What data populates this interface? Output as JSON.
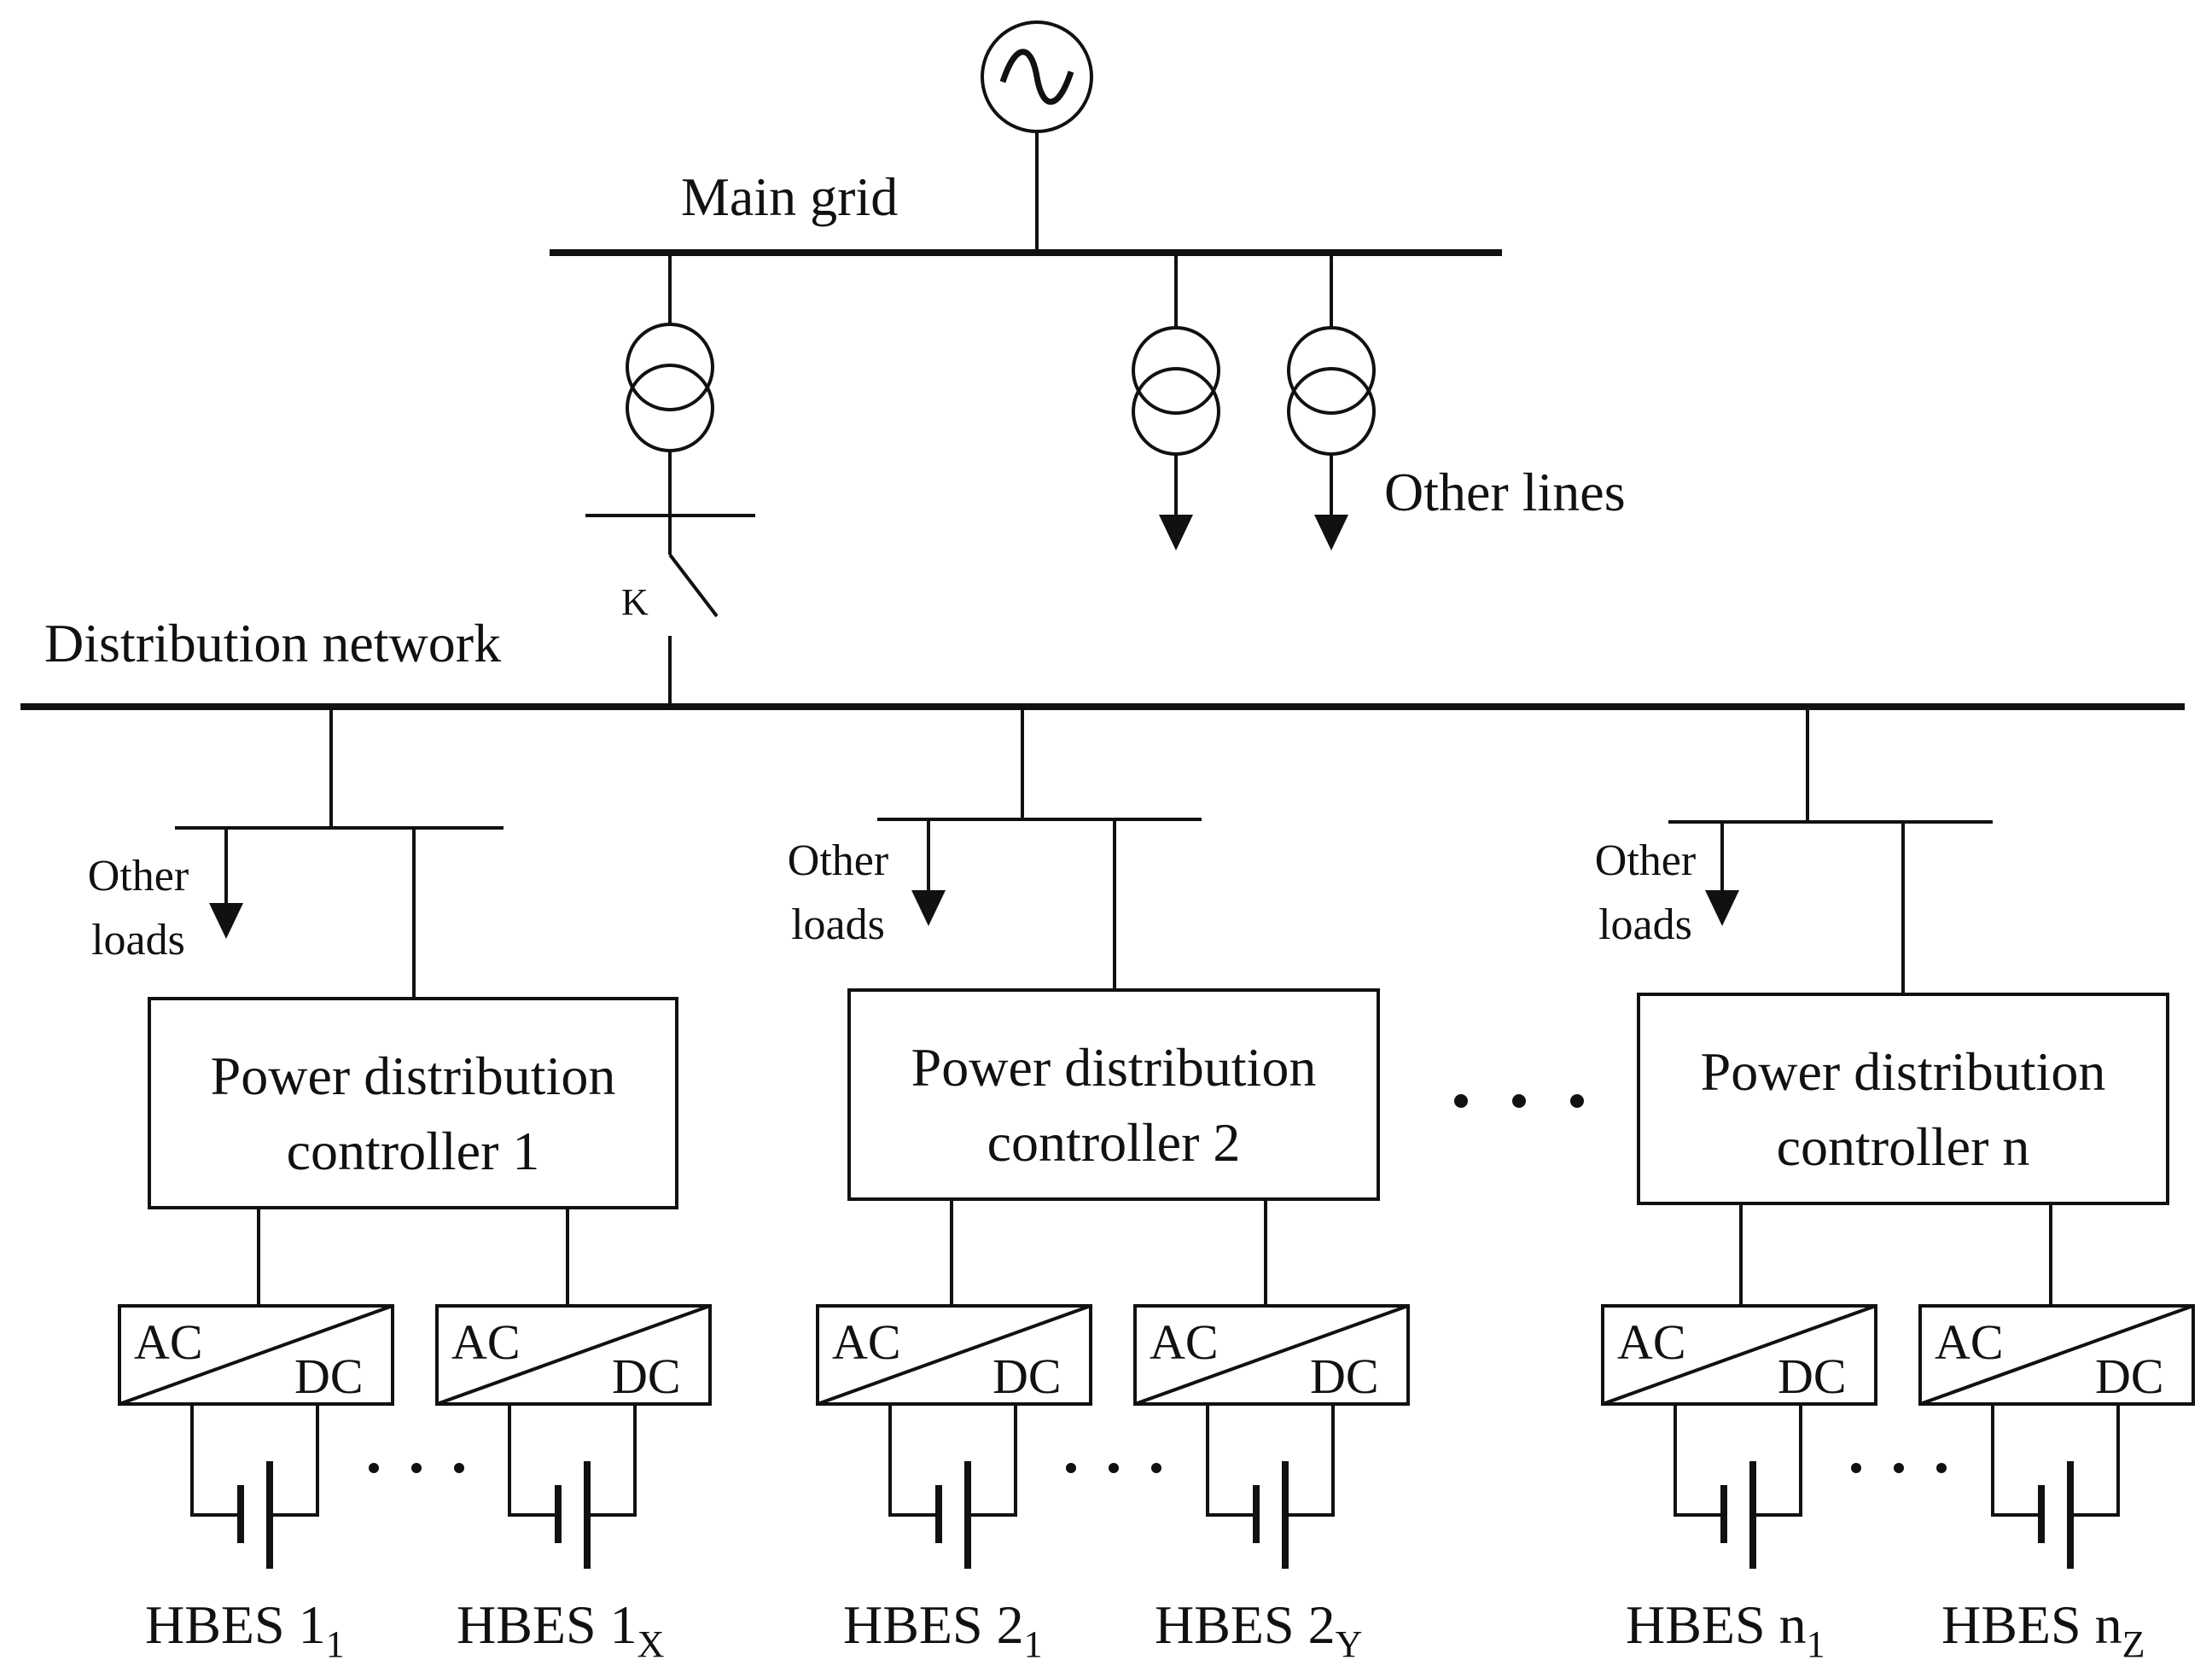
{
  "labels": {
    "main_grid": "Main grid",
    "other_lines": "Other lines",
    "distribution_network": "Distribution network",
    "switch": "K"
  },
  "feeders": [
    {
      "other_loads_line1": "Other",
      "other_loads_line2": "loads",
      "controller_line1": "Power distribution",
      "controller_line2": "controller 1",
      "converters": [
        {
          "ac": "AC",
          "dc": "DC",
          "hbes_main": "HBES 1",
          "hbes_sub": "1"
        },
        {
          "ac": "AC",
          "dc": "DC",
          "hbes_main": "HBES 1",
          "hbes_sub": "X"
        }
      ]
    },
    {
      "other_loads_line1": "Other",
      "other_loads_line2": "loads",
      "controller_line1": "Power distribution",
      "controller_line2": "controller 2",
      "converters": [
        {
          "ac": "AC",
          "dc": "DC",
          "hbes_main": "HBES 2",
          "hbes_sub": "1"
        },
        {
          "ac": "AC",
          "dc": "DC",
          "hbes_main": "HBES 2",
          "hbes_sub": "Y"
        }
      ]
    },
    {
      "other_loads_line1": "Other",
      "other_loads_line2": "loads",
      "controller_line1": "Power distribution",
      "controller_line2": "controller n",
      "converters": [
        {
          "ac": "AC",
          "dc": "DC",
          "hbes_main": "HBES n",
          "hbes_sub": "1"
        },
        {
          "ac": "AC",
          "dc": "DC",
          "hbes_main": "HBES n",
          "hbes_sub": "Z"
        }
      ]
    }
  ]
}
